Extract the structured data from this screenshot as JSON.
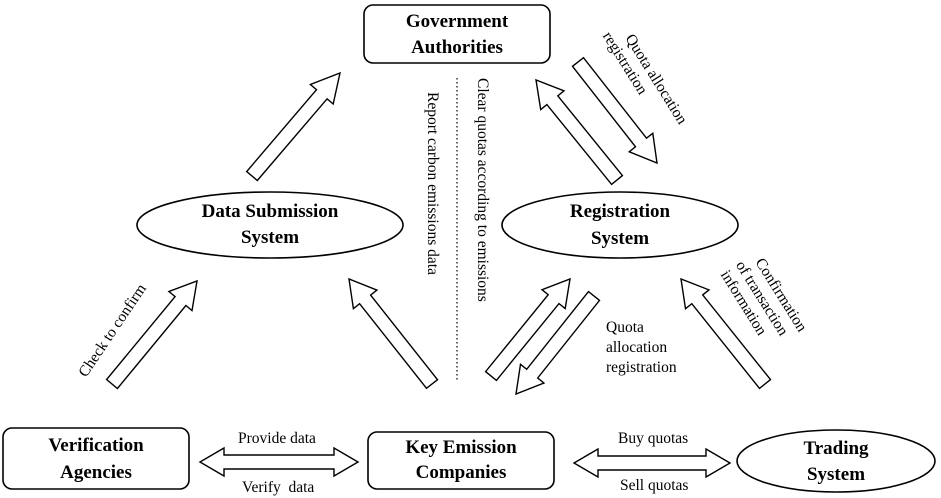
{
  "nodes": {
    "government": {
      "line1": "Government",
      "line2": "Authorities"
    },
    "data_submission": {
      "line1": "Data Submission",
      "line2": "System"
    },
    "registration": {
      "line1": "Registration",
      "line2": "System"
    },
    "verification": {
      "line1": "Verification",
      "line2": "Agencies"
    },
    "key_emission": {
      "line1": "Key Emission",
      "line2": "Companies"
    },
    "trading": {
      "line1": "Trading",
      "line2": "System"
    }
  },
  "labels": {
    "report_emissions": "Report carbon emissions data",
    "clear_quotas": "Clear quotas according to emissions",
    "quota_alloc_top": {
      "line1": "Quota allocation",
      "line2": "registration"
    },
    "check_confirm": "Check to confirm",
    "quota_alloc_mid": {
      "line1": "Quota",
      "line2": "allocation",
      "line3": "registration"
    },
    "confirm_transaction": {
      "line1": "Confirmation",
      "line2": "of transaction",
      "line3": "information"
    },
    "provide_data": "Provide data",
    "verify_data": "Verify  data",
    "buy_quotas": "Buy quotas",
    "sell_quotas": "Sell quotas"
  }
}
